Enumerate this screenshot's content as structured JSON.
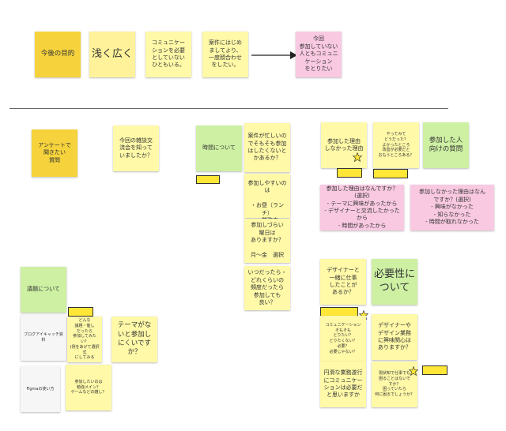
{
  "board": {
    "top": {
      "n1": "今後の目的",
      "n2": "浅く広く",
      "n3": "コミュニケー\nションを必要\nとしていない\nひともいる。",
      "n4": "案件にはじめ\nましてより、\n一度顔合わせ\nをしたい。",
      "n5": "今回\n参加していない\n人ともコミュニ\nケーション\nをとりたい"
    },
    "survey": {
      "title": "アンケートで\n聞きたい\n質問",
      "q_knew": "今回の雑談交\n流会を知って\nいましたか？",
      "time": "時間について",
      "busy": "案件が忙しいの\nでそもそも参加\nはしたくないと\nかあるか？",
      "easy_time": "参加しやすいのは\n\n・お昼（ランチ）\n・業務中\n・業務後",
      "hard_day": "参加しづらい\n曜日は\nありますか？\n\n月〜金　選択",
      "frequency": "いつだったら・\nどれくらいの\n頻度だったら\n参加しても\n良い？",
      "topic": "議題について",
      "blog": "ブログアイキャッチ資料",
      "try_topic": "どんな\n議題・催し\nだったら\n参加してみたい？\n(例をあげて選択式\nにしてみる",
      "no_theme": "テーマがな\nいと参加し\nにくいです\nか？",
      "figma": "Figmaの使い方",
      "want": "参加したいのは\n勉強メイン？\nゲームなどの雑し？"
    },
    "right": {
      "joined_reason": "参加した理由\nしなかった理由",
      "tried": "やってみて\nどうだった？\nよかったところ\n改善が必要だと\nおもうところある？",
      "for_joined": "参加した人\n向けの質問",
      "why_joined": "参加した理由はなんですか？(選択)\n- テーマに興味があったから\n- デザイナーと交流したかったから\n- 時間があったから",
      "why_not": "参加しなかった理由はなん\nですか？(選択)\n- 興味がなかった\n- 知らなかった\n- 時間が取れなかった",
      "work_with": "デザイナーと\n一緒に仕事\nしたことが\nあるか？",
      "necessity": "必要性に\nついて",
      "comm_need": "コミュニケーション\nそもそも\nとりたい？\nとりたくない？\n必要？\n必要じゃない？",
      "interest": "デザイナーや\nデザイン業務\nに興味関心は\nありますか？",
      "smooth": "円滑な業務遂行\nにコミュニケー\nションは必要だ\nと思いますか",
      "curious": "現状知で仕事でも\n困ることはないで\nすか？\n困っていたら\n何に困るでしょうか？"
    }
  }
}
